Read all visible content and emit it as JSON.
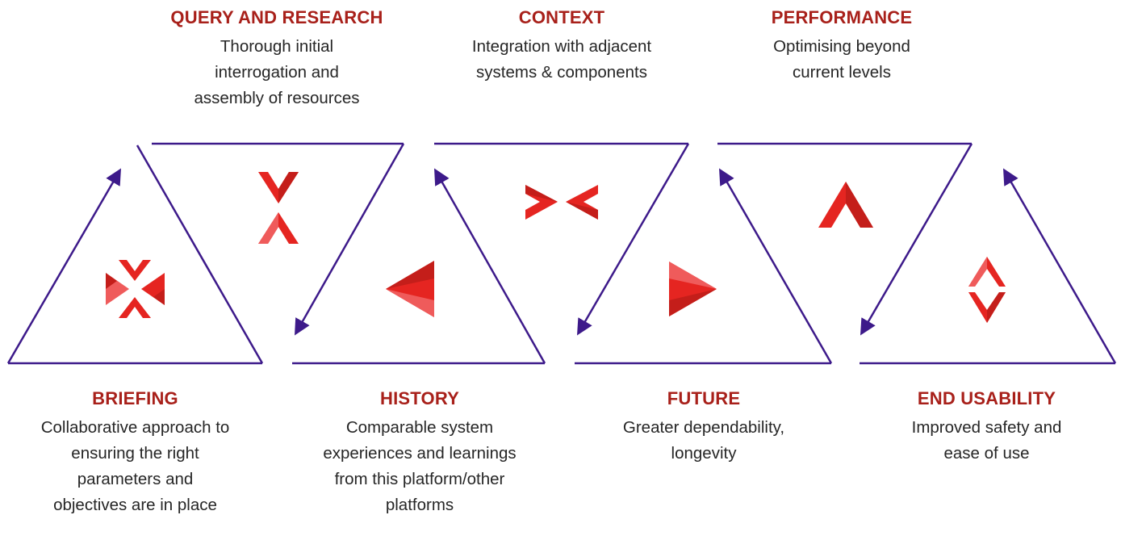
{
  "stages": [
    {
      "id": "briefing",
      "title": "BRIEFING",
      "lines": [
        "Collaborative approach to",
        "ensuring the right",
        "parameters and",
        "objectives are in place"
      ]
    },
    {
      "id": "query-and-research",
      "title": "QUERY AND RESEARCH",
      "lines": [
        "Thorough initial",
        "interrogation and",
        "assembly of resources"
      ]
    },
    {
      "id": "history",
      "title": "HISTORY",
      "lines": [
        "Comparable system",
        "experiences and learnings",
        "from this platform/other",
        "platforms"
      ]
    },
    {
      "id": "context",
      "title": "CONTEXT",
      "lines": [
        "Integration with adjacent",
        "systems & components"
      ]
    },
    {
      "id": "future",
      "title": "FUTURE",
      "lines": [
        "Greater dependability,",
        "longevity"
      ]
    },
    {
      "id": "performance",
      "title": "PERFORMANCE",
      "lines": [
        "Optimising beyond",
        "current levels"
      ]
    },
    {
      "id": "end-usability",
      "title": "END USABILITY",
      "lines": [
        "Improved safety and",
        "ease of use"
      ]
    }
  ],
  "colors": {
    "outline": "#3d1a8a",
    "title": "#a8201a",
    "icon_red": "#e52521",
    "icon_light": "#ef5b5b",
    "text": "#262626"
  }
}
